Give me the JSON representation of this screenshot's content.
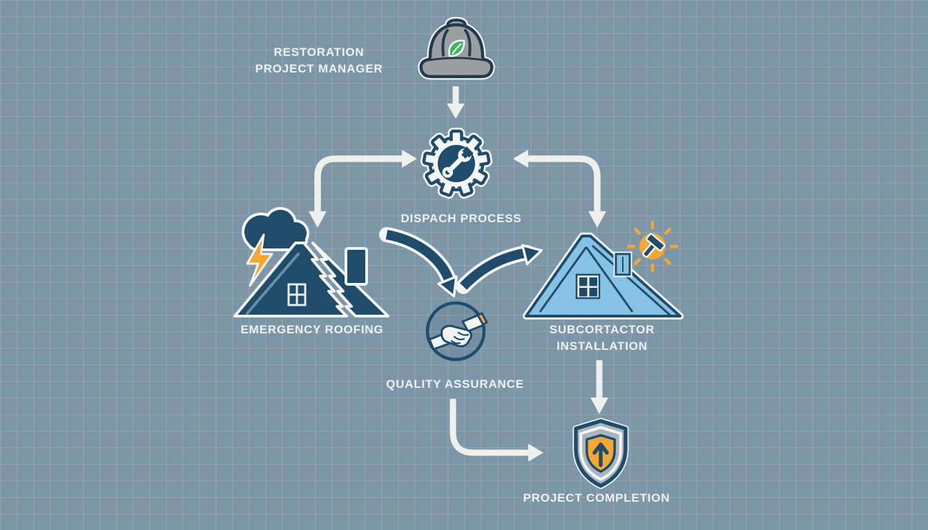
{
  "colors": {
    "background": "#7C96A8",
    "grid_line": "#C7D6DE2E",
    "navy": "#1F4C6B",
    "navy_dark": "#233A50",
    "light_blue": "#85C3E6",
    "orange": "#F4A733",
    "green": "#3FB767",
    "hat_gray": "#9B9FA2",
    "shield_gray": "#AAB6BD",
    "white": "#EDF2F2",
    "arrow_white": "#EDF0ED"
  },
  "nodes": {
    "manager": {
      "lines": [
        "RESTORATION",
        "PROJECT MANAGER"
      ],
      "icon": "hard-hat-with-leaf"
    },
    "dispatch": {
      "label": "DISPACH PROCESS",
      "icon": "gear-with-wrench"
    },
    "emergency": {
      "label": "EMERGENCY ROOFING",
      "icon": "storm-damaged-roof"
    },
    "quality": {
      "label": "QUALITY ASSURANCE",
      "icon": "handshake"
    },
    "subcontractor": {
      "lines": [
        "SUBCORTACTOR",
        "INSTALLATION"
      ],
      "icon": "new-roof-with-sun-hammer"
    },
    "completion": {
      "label": "PROJECT COMPLETION",
      "icon": "shield-with-up-arrow"
    }
  },
  "edges": [
    {
      "from": "manager",
      "to": "dispatch"
    },
    {
      "from": "dispatch",
      "to": "emergency"
    },
    {
      "from": "dispatch",
      "to": "subcontractor"
    },
    {
      "from": "emergency",
      "to": "quality"
    },
    {
      "from": "quality",
      "to": "subcontractor"
    },
    {
      "from": "subcontractor",
      "to": "completion"
    },
    {
      "from": "quality",
      "to": "completion"
    }
  ]
}
